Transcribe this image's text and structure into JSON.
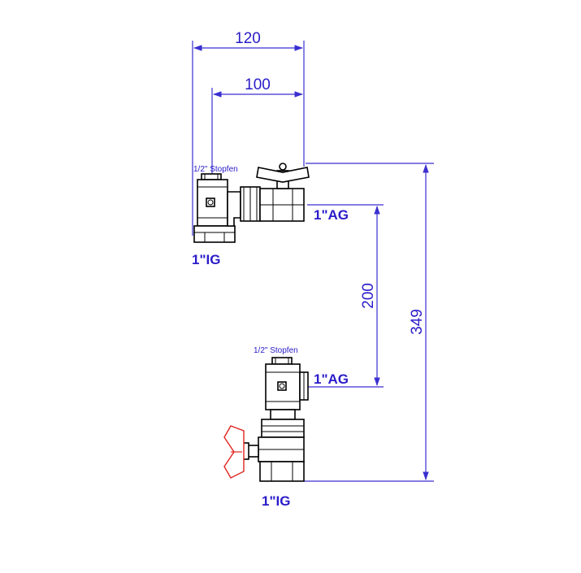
{
  "colors": {
    "dimension": "#2a1cc8",
    "outline": "#000000",
    "handle_red": "#e0241f",
    "background": "#ffffff"
  },
  "dimensions": {
    "width_outer": "120",
    "width_inner": "100",
    "height_mid": "200",
    "height_total": "349"
  },
  "labels": {
    "top_plug": "1/2\" Stopfen",
    "top_outlet": "1\"AG",
    "top_inlet": "1\"IG",
    "bottom_plug": "1/2\" Stopfen",
    "bottom_outlet": "1\"AG",
    "bottom_inlet": "1\"IG"
  }
}
